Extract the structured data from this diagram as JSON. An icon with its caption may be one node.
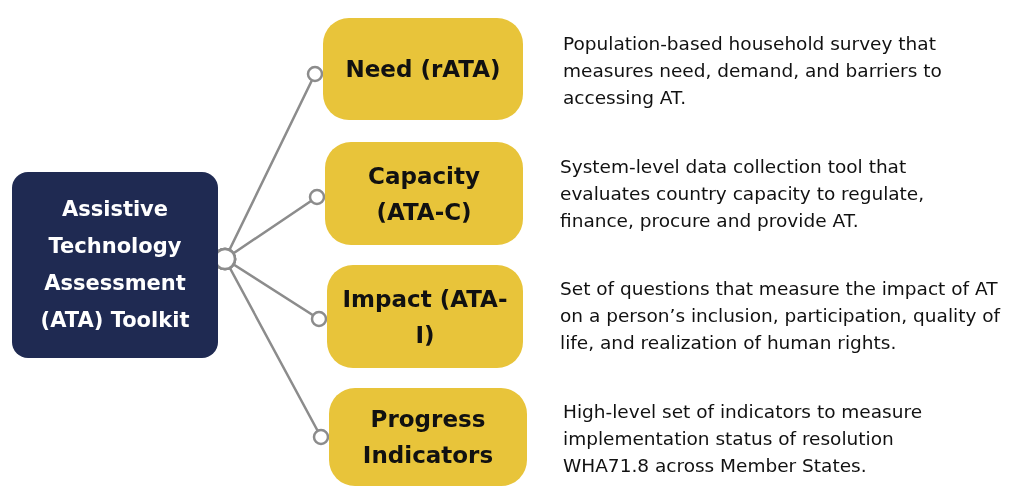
{
  "diagram": {
    "nodes": [
      {
        "text": [
          "Assistive Technology Assessment (ATA) Toolkit"
        ]
      },
      {
        "text": [
          "Need (rATA)"
        ],
        "beside": [
          "Population-based household survey that measures need, demand, and barriers to accessing AT."
        ]
      },
      {
        "text": [
          "Capacity (ATA-C)"
        ],
        "beside": [
          "System-level data collection tool that evaluates country capacity to regulate, finance, procure and provide AT."
        ]
      },
      {
        "text": [
          "Impact (ATA-I)"
        ],
        "beside": [
          "Set of questions that measure the impact of AT on a person’s inclusion, participation, quality of life, and realization of human rights."
        ]
      },
      {
        "text": [
          "Progress Indicators"
        ],
        "beside": [
          "High-level set of indicators to measure implementation status of resolution WHA71.8 across Member States."
        ]
      }
    ],
    "edges": [
      {
        "from": 0,
        "to": 1,
        "arrow": "other"
      },
      {
        "from": 0,
        "to": 2,
        "arrow": "other"
      },
      {
        "from": 0,
        "to": 3,
        "arrow": "other"
      },
      {
        "from": 0,
        "to": 4,
        "arrow": "other"
      }
    ]
  }
}
